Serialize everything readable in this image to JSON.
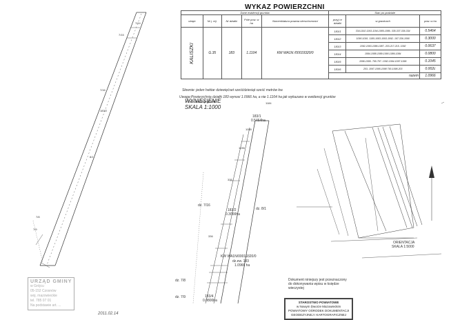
{
  "title": "WYKAZ POWIERZCHNI",
  "table": {
    "header_left": "Dane ewidencji gruntów",
    "col_obreb": "obręb",
    "col_nr_j_rej": "Nr j. rej.",
    "col_nr_dzialki": "Nr działki",
    "col_pole_pow": "Pole pow. w ha",
    "col_nomenklatura": "Nomenklatura prawna nieruchomości",
    "col_przyj_nr": "przyj nr działki",
    "header_stan": "Stan po podziale",
    "col_granice": "w granicach",
    "col_pow": "pow. w ha",
    "obreb_value": "KALISZKI",
    "jrej_value": "G.35",
    "dzialka_value": "183",
    "pole_value": "1.1104",
    "kw_value": "KW WA1N /00019320/0",
    "rows": [
      {
        "nr": "183/1",
        "granice": "334-1192-1193-1194-1085-1086- 335-337-336-334",
        "pow": "0.5464"
      },
      {
        "nr": "183/2",
        "granice": "1090-1091- 1185-1083-1093-1092- 197-336-1090",
        "pow": "0.3000"
      },
      {
        "nr": "183/3",
        "granice": "1092-1093-1086-1087- 203-217-215- 1092",
        "pow": "0.0637"
      },
      {
        "nr": "183/4",
        "granice": "1084-1088-1089-1090-1086-1084",
        "pow": "0.0800"
      },
      {
        "nr": "183/5",
        "granice": "1096-1095- 795-797- 1092-1094-1097-1096",
        "pow": "0.1045"
      },
      {
        "nr": "183/6",
        "granice": "203- 1097-1095-1098 793-1098-203",
        "pow": "0.002c"
      }
    ],
    "razem_label": "razem",
    "razem_value": "1.0966"
  },
  "notes": {
    "slownie": "Słownie: jeden hektar dziewięćset sześćdziesiąt sześć metrów kw.",
    "uwaga_line1": "Uwaga:Powierzchnia działki 183 wynosi 1.0966 ha, a nie 1.1104 ha jak wykazano w ewidencji gruntów",
    "uwaga_line2": "- bez zmiany granic"
  },
  "wyniesienie": {
    "line1": "WYNIESIENIE",
    "line2": "SKALA 1:1000"
  },
  "orientacja": {
    "line1": "ORIENTACJA",
    "line2": "SKALA 1:5000"
  },
  "parcel_labels": {
    "p1831": "183/1",
    "p1831_area": "0.5464ha",
    "p1832": "183/2",
    "p1832_area": "0.3000ha",
    "p1834": "183/4",
    "p1834_area": "0.0800ha",
    "dz716": "dz. 7/16",
    "dz81": "dz. 8/1",
    "dz79": "dz. 7/9",
    "dz78": "dz. 7/8",
    "kw_line1": "KW WA1N/00019320/0",
    "kw_line2": "dz.ew. 183",
    "kw_line3": "1.0966 ha",
    "left_714": "7/14",
    "left_715": "7/15",
    "left_716": "7/16",
    "left_1832": "183/2",
    "left_81": "8/1",
    "left_78": "7/8",
    "left_79": "7/9",
    "pt_1184": "1184",
    "pt_1085": "1085",
    "pt_336": "336",
    "pt_335": "335",
    "pt_1090": "1090"
  },
  "stamp_left": {
    "line1": "URZĄD GMINY",
    "line2": "w Grójcu",
    "line3": "05-152 Czosnów",
    "line4": "woj. mazowieckie",
    "line5": "tel. 785 07 01",
    "line6": "Na podstawie art. ...",
    "date": "2011.02.14"
  },
  "dokument_note": {
    "line1": "Dokument niniejszy jest przeznaczony",
    "line2": "do dokonywania wpisu w księdze",
    "line3": "wieczystej"
  },
  "stamp_right": {
    "line1": "STAROSTWO POWIATOWE",
    "line2": "w Nowym Dworze Mazowieckim",
    "line3": "POWIATOWY OŚRODEK DOKUMENTACJI",
    "line4": "GEODEZYJNEJ I KARTOGRAFICZNEJ"
  }
}
